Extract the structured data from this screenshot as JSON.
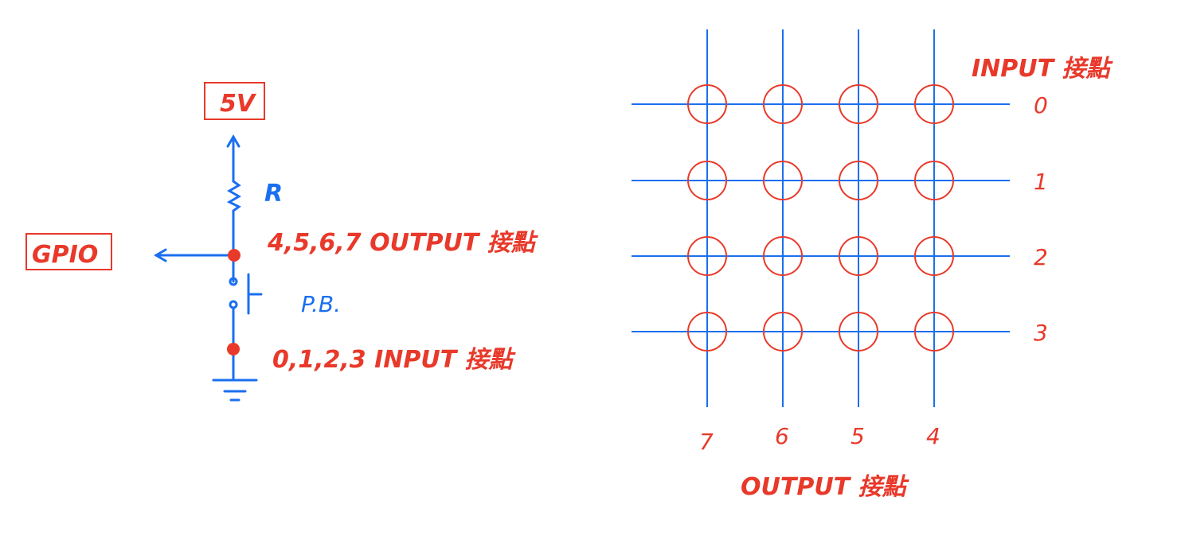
{
  "colors": {
    "wire": "#1a6ff0",
    "annotation": "#e8392a"
  },
  "circuit": {
    "supply_label": "5V",
    "gpio_label": "GPIO",
    "resistor_label": "R",
    "button_label": "P.B.",
    "output_note": "4,5,6,7 OUTPUT 接點",
    "input_note": "0,1,2,3 INPUT 接點"
  },
  "matrix": {
    "input_title": "INPUT 接點",
    "output_title": "OUTPUT 接點",
    "rows": [
      "0",
      "1",
      "2",
      "3"
    ],
    "columns": [
      "7",
      "6",
      "5",
      "4"
    ]
  }
}
